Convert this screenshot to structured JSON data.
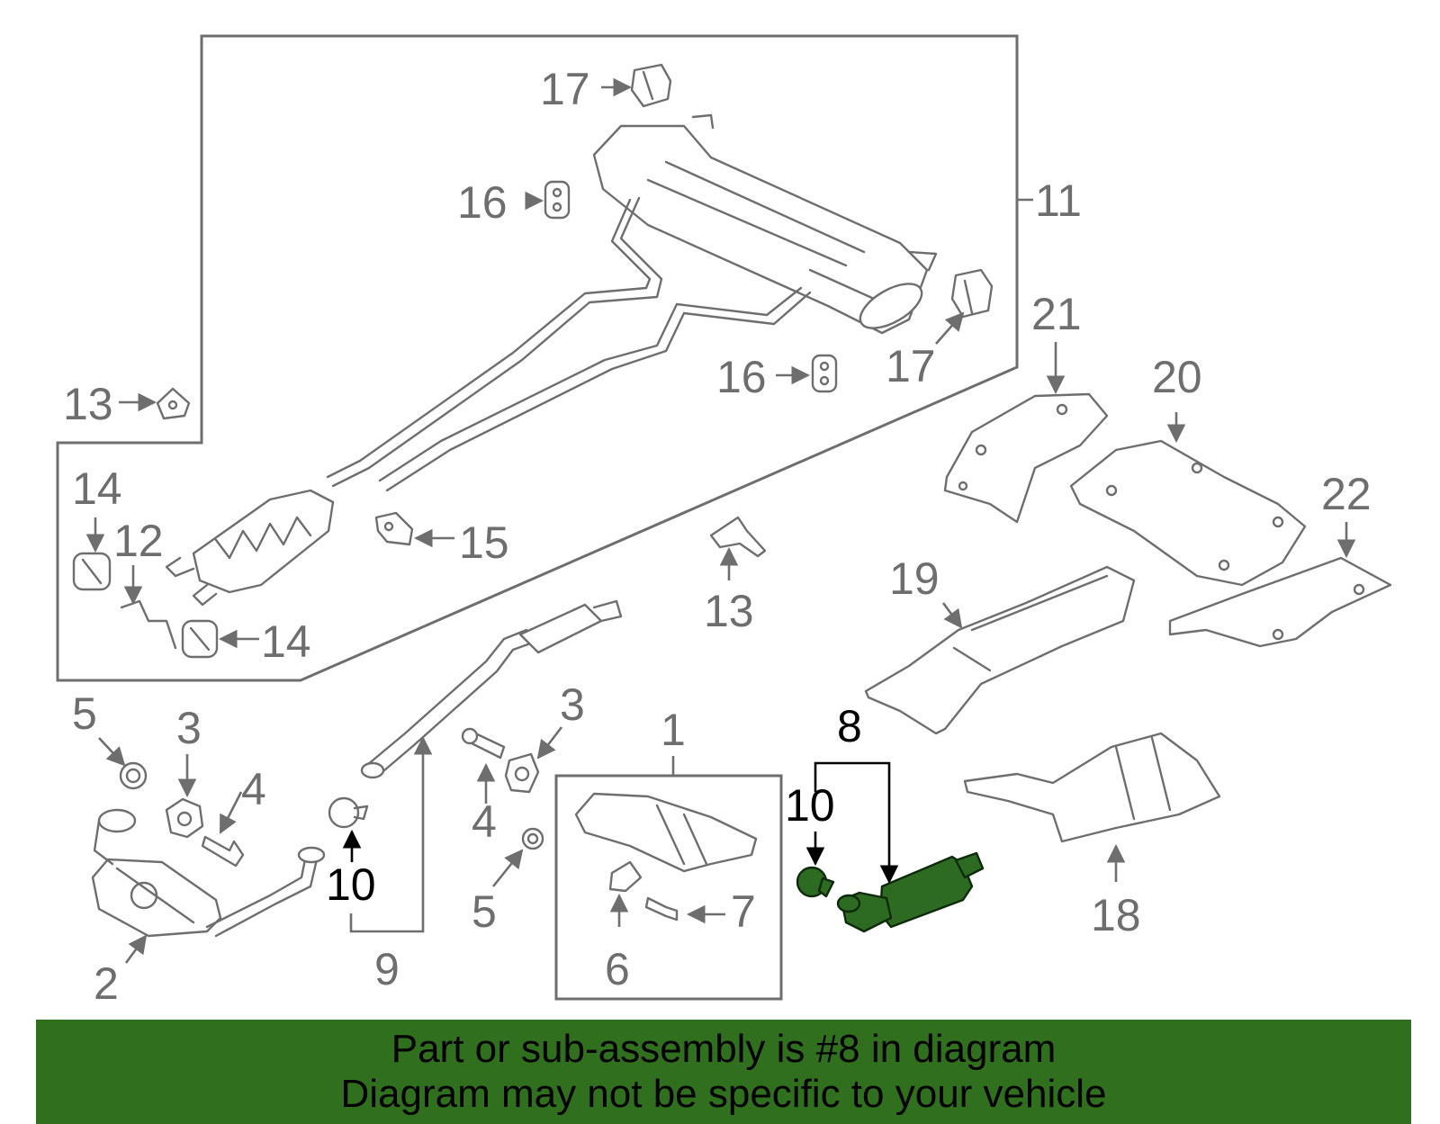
{
  "banner": {
    "line1": "Part or sub-assembly is #8 in diagram",
    "line2": "Diagram may not be specific to your vehicle"
  },
  "colors": {
    "highlight_part": "#2e6b22",
    "banner_background": "#2f6f1e",
    "line_art": "#6e6e6e",
    "highlight_label": "#000000"
  },
  "callouts": {
    "c1": "1",
    "c2": "2",
    "c3a": "3",
    "c3b": "3",
    "c4a": "4",
    "c4b": "4",
    "c5a": "5",
    "c5b": "5",
    "c6": "6",
    "c7": "7",
    "c8": "8",
    "c9": "9",
    "c10a": "10",
    "c10b": "10",
    "c11": "11",
    "c12": "12",
    "c13a": "13",
    "c13b": "13",
    "c14a": "14",
    "c14b": "14",
    "c15": "15",
    "c16a": "16",
    "c16b": "16",
    "c17a": "17",
    "c17b": "17",
    "c18": "18",
    "c19": "19",
    "c20": "20",
    "c21": "21",
    "c22": "22"
  },
  "highlighted_callout": "8"
}
